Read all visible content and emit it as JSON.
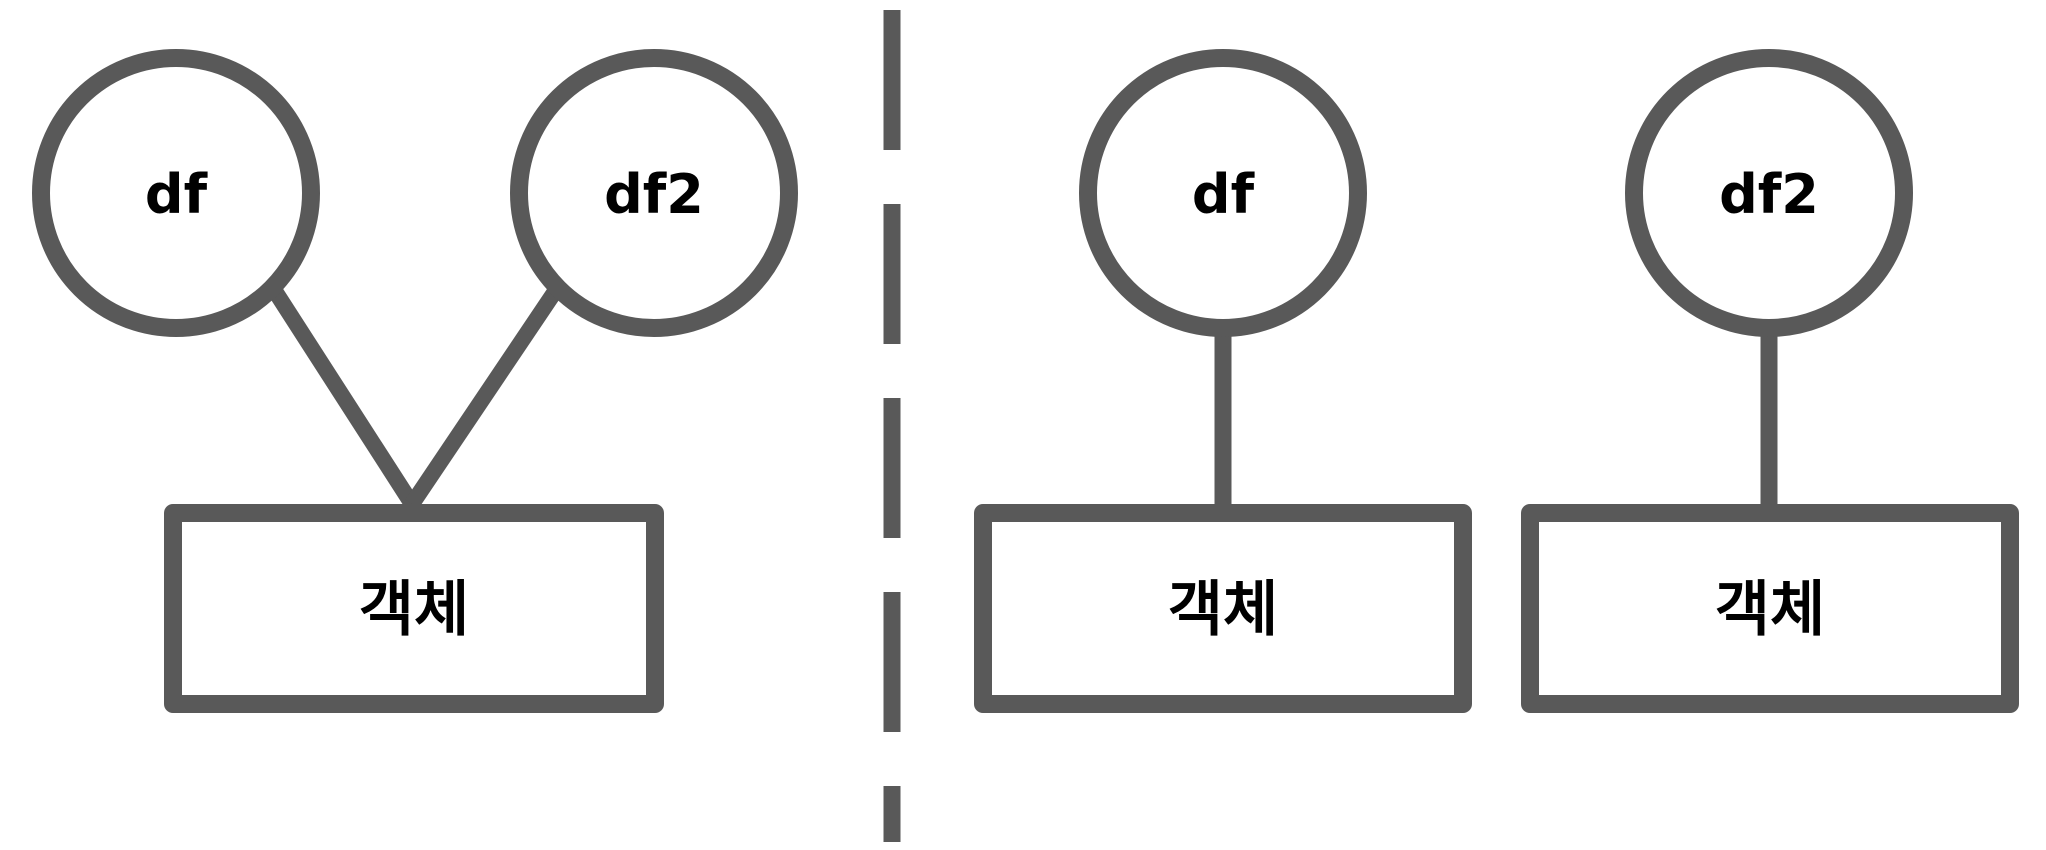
{
  "colors": {
    "stroke": "#595959",
    "text": "#000000",
    "background": "#ffffff"
  },
  "left_panel": {
    "variables": [
      {
        "label": "df"
      },
      {
        "label": "df2"
      }
    ],
    "object": {
      "label": "객체"
    }
  },
  "right_panel": {
    "pairs": [
      {
        "variable": {
          "label": "df"
        },
        "object": {
          "label": "객체"
        }
      },
      {
        "variable": {
          "label": "df2"
        },
        "object": {
          "label": "객체"
        }
      }
    ]
  }
}
